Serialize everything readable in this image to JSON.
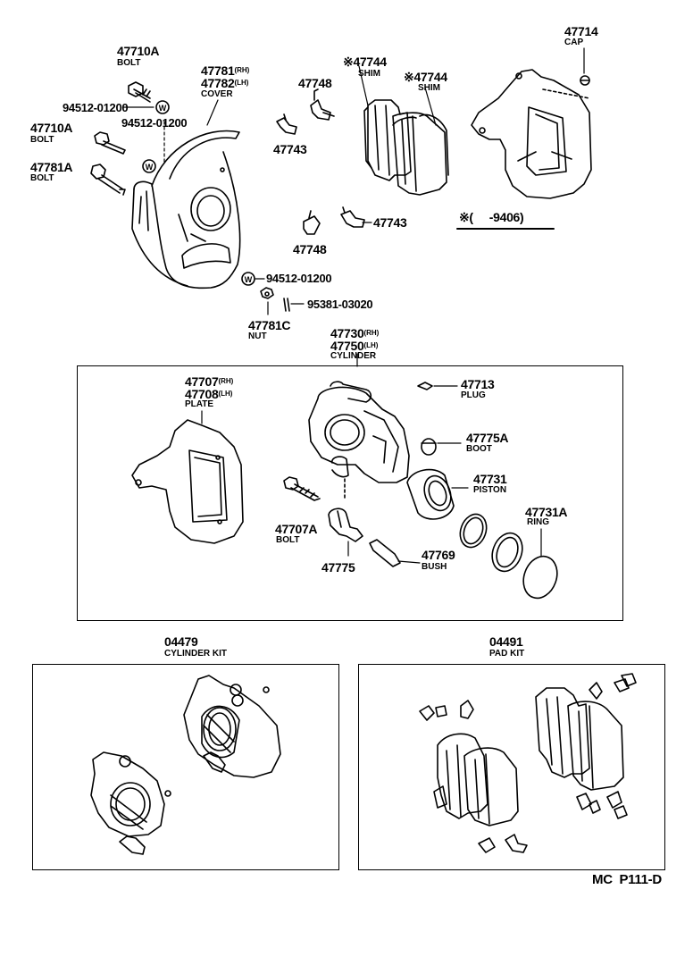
{
  "top": {
    "bolt_47710A_a": {
      "num": "47710A",
      "name": "BOLT"
    },
    "washer_a": "94512-01200",
    "bolt_47710A_b": {
      "num": "47710A",
      "name": "BOLT"
    },
    "washer_b": "94512-01200",
    "bolt_47781A": {
      "num": "47781A",
      "name": "BOLT"
    },
    "cover": {
      "num_rh": "47781",
      "rh": "(RH)",
      "num_lh": "47782",
      "lh": "(LH)",
      "name": "COVER"
    },
    "clip_47748_a": "47748",
    "clip_47743_a": "47743",
    "shim_a": {
      "mark": "※",
      "num": "47744",
      "name": "SHIM"
    },
    "shim_b": {
      "mark": "※",
      "num": "47744",
      "name": "SHIM"
    },
    "cap": {
      "num": "47714",
      "name": "CAP"
    },
    "clip_47743_b": "47743",
    "clip_47748_b": "47748",
    "note": "※(     -9406)",
    "washer_c": "94512-01200",
    "pin": "95381-03020",
    "nut": {
      "num": "47781C",
      "name": "NUT"
    }
  },
  "cylinder": {
    "num_rh": "47730",
    "rh": "(RH)",
    "num_lh": "47750",
    "lh": "(LH)",
    "name": "CYLINDER",
    "plate": {
      "num_rh": "47707",
      "rh": "(RH)",
      "num_lh": "47708",
      "lh": "(LH)",
      "name": "PLATE"
    },
    "plug": {
      "num": "47713",
      "name": "PLUG"
    },
    "boot": {
      "num": "47775A",
      "name": "BOOT"
    },
    "piston": {
      "num": "47731",
      "name": "PISTON"
    },
    "ring": {
      "num": "47731A",
      "name": "RING"
    },
    "bolt": {
      "num": "47707A",
      "name": "BOLT"
    },
    "boot2": "47775",
    "bush": {
      "num": "47769",
      "name": "BUSH"
    }
  },
  "kits": {
    "cylinder_kit": {
      "num": "04479",
      "name": "CYLINDER KIT"
    },
    "pad_kit": {
      "num": "04491",
      "name": "PAD KIT"
    }
  },
  "footer": "MC  P111-D",
  "washer_glyph": "W"
}
